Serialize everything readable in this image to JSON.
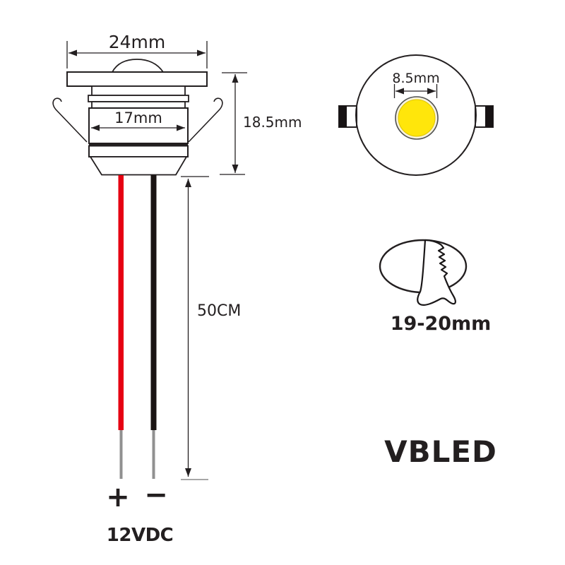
{
  "colors": {
    "line": "#231f20",
    "wire_positive": "#e60012",
    "wire_negative": "#1a1413",
    "wire_tip": "#909090",
    "led_yellow": "#ffe60b",
    "led_ring": "#f7f2dc",
    "logo_gray": "#a9a9a9"
  },
  "side_view": {
    "flange_width": "24mm",
    "body_width": "17mm",
    "height": "18.5mm",
    "cable_length": "50CM",
    "polarity_positive": "+",
    "polarity_negative": "−",
    "supply_voltage": "12VDC"
  },
  "front_view": {
    "led_diameter": "8.5mm"
  },
  "cutout_view": {
    "hole_diameter": "19-20mm"
  },
  "logo": {
    "text": "VBLED"
  }
}
